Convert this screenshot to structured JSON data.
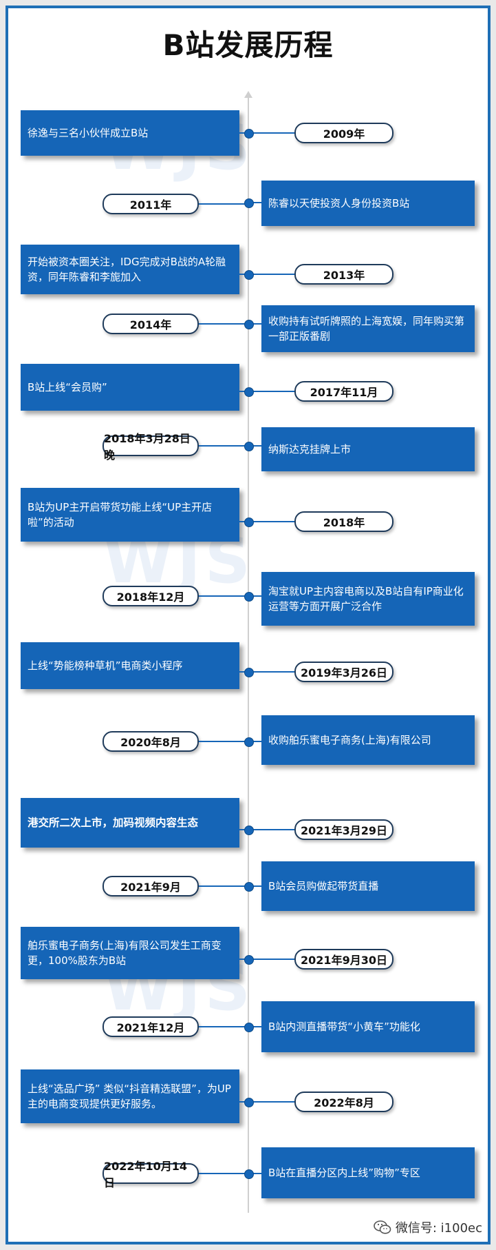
{
  "title": "B站发展历程",
  "colors": {
    "box": "#1565b7",
    "border": "#1e6fb6",
    "pill_border": "#1e3a5a"
  },
  "events": [
    {
      "date": "2009年",
      "text": "徐逸与三名小伙伴成立B站"
    },
    {
      "date": "2011年",
      "text": "陈睿以天使投资人身份投资B站"
    },
    {
      "date": "2013年",
      "text": "开始被资本圈关注，IDG完成对B战的A轮融资，同年陈睿和李旎加入"
    },
    {
      "date": "2014年",
      "text": "收购持有试听牌照的上海宽娱，同年购买第一部正版番剧"
    },
    {
      "date": "2017年11月",
      "text": "B站上线“会员购”"
    },
    {
      "date": "2018年3月28日晚",
      "text": "纳斯达克挂牌上市"
    },
    {
      "date": "2018年",
      "text": "B站为UP主开启带货功能上线“UP主开店啦”的活动"
    },
    {
      "date": "2018年12月",
      "text": "淘宝就UP主内容电商以及B站自有IP商业化运营等方面开展广泛合作"
    },
    {
      "date": "2019年3月26日",
      "text": "上线“势能榜种草机”电商类小程序"
    },
    {
      "date": "2020年8月",
      "text": "收购舶乐蜜电子商务(上海)有限公司"
    },
    {
      "date": "2021年3月29日",
      "text": "港交所二次上市，加码视频内容生态"
    },
    {
      "date": "2021年9月",
      "text": "B站会员购做起带货直播"
    },
    {
      "date": "2021年9月30日",
      "text": "舶乐蜜电子商务(上海)有限公司发生工商变更，100%股东为B站"
    },
    {
      "date": "2021年12月",
      "text": "B站内测直播带货“小黄车”功能化"
    },
    {
      "date": "2022年8月",
      "text": "上线“选品广场” 类似“抖音精选联盟”，为UP主的电商变现提供更好服务。"
    },
    {
      "date": "2022年10月14日",
      "text": "B站在直播分区内上线”购物”专区"
    }
  ],
  "footer": {
    "label": "微信号: i100ec",
    "icon": "wechat-icon"
  }
}
